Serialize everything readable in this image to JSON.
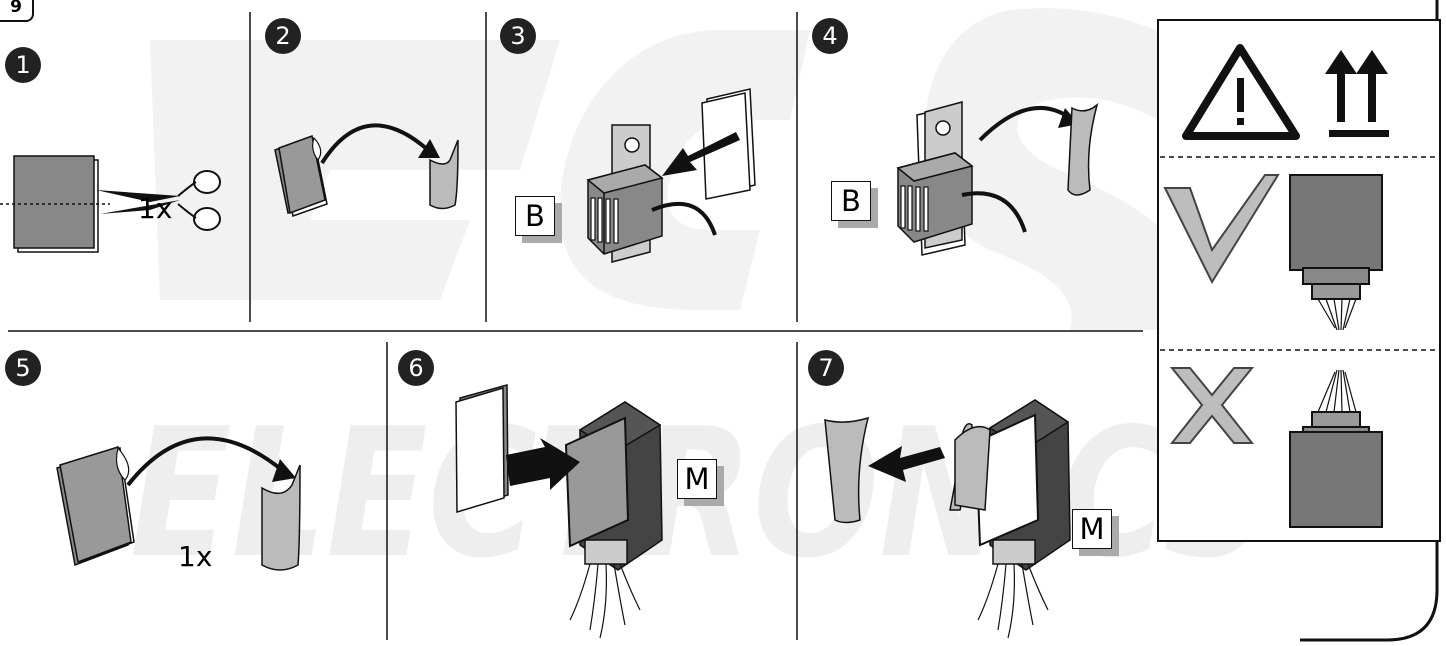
{
  "figure": {
    "number": "9"
  },
  "watermark": {
    "top": "ECS",
    "bottom": "ELECTRONICS"
  },
  "steps": [
    {
      "number": "1",
      "multiplier": "1x"
    },
    {
      "number": "2"
    },
    {
      "number": "3",
      "component_label": "B"
    },
    {
      "number": "4",
      "component_label": "B"
    },
    {
      "number": "5",
      "multiplier": "1x"
    },
    {
      "number": "6",
      "component_label": "M"
    },
    {
      "number": "7",
      "component_label": "M"
    }
  ],
  "legend": {
    "warning_icon": "warning-triangle-icon",
    "orientation_icon": "this-way-up-arrows-icon",
    "correct_icon": "check-mark-icon",
    "wrong_icon": "cross-icon"
  },
  "colors": {
    "line": "#111111",
    "fill": "#888888",
    "light": "#bdbdbd",
    "watermark": "#f1f1f1"
  }
}
